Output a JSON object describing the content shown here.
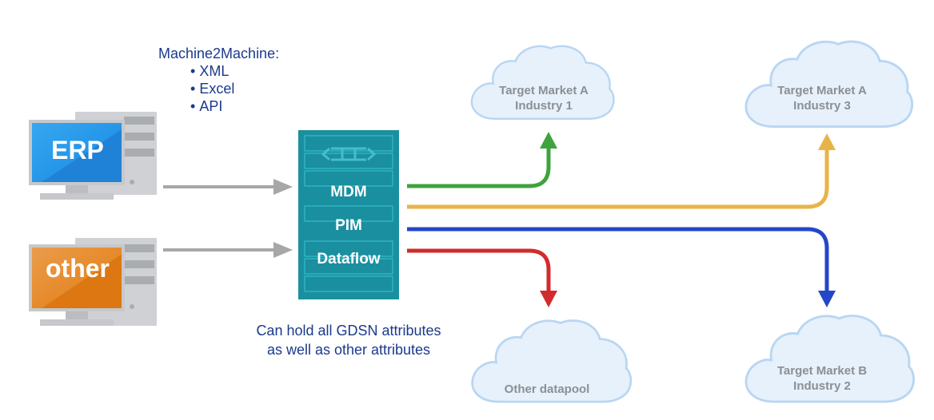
{
  "protocol": {
    "title": "Machine2Machine:",
    "items": [
      "XML",
      "Excel",
      "API"
    ]
  },
  "sources": {
    "erp": "ERP",
    "other": "other"
  },
  "hub": {
    "labels": [
      "MDM",
      "PIM",
      "Dataflow"
    ]
  },
  "caption": {
    "line1": "Can hold all GDSN attributes",
    "line2": "as well as other attributes"
  },
  "destinations": {
    "tm_a_ind1": {
      "line1": "Target Market A",
      "line2": "Industry 1"
    },
    "tm_a_ind3": {
      "line1": "Target Market A",
      "line2": "Industry 3"
    },
    "other_datapool": {
      "line1": "Other datapool"
    },
    "tm_b_ind2": {
      "line1": "Target Market B",
      "line2": "Industry 2"
    }
  },
  "colors": {
    "text_blue": "#1b3a8c",
    "hub_teal": "#1a8f9f",
    "erp_blue": "#2596e8",
    "other_orange": "#e8861c",
    "cloud_fill": "#e6f1fb",
    "cloud_stroke": "#b9d6f2",
    "arrow_gray": "#a7a7a7",
    "arrow_green": "#3ea33c",
    "arrow_yellow": "#e8b44a",
    "arrow_blue": "#2446c8",
    "arrow_red": "#d22b2b"
  }
}
